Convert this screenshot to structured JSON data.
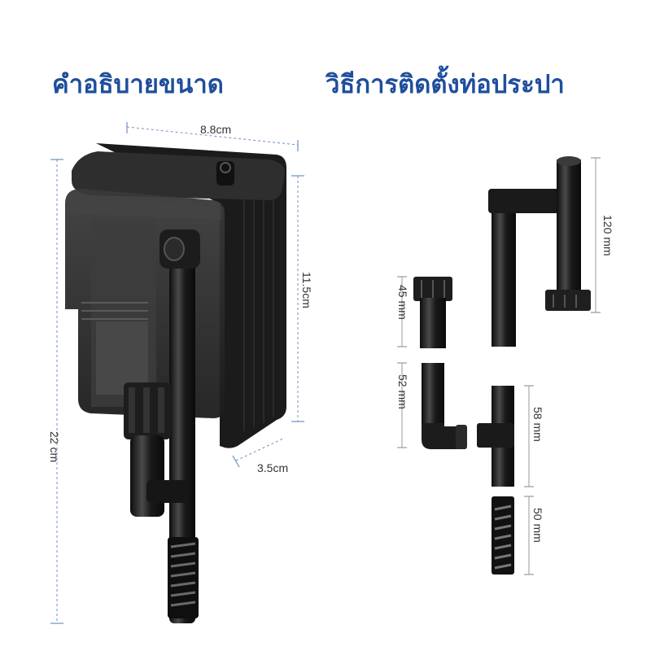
{
  "headings": {
    "left": "คำอธิบายขนาด",
    "right": "วิธีการติดตั้งท่อประปา"
  },
  "dimensions": {
    "width": "8.8cm",
    "height": "11.5cm",
    "depth": "3.5cm",
    "total_height": "22 cm"
  },
  "parts": {
    "outlet": "120 mm",
    "top_pipe": "45 mm",
    "elbow": "52 mm",
    "tee": "58 mm",
    "strainer": "50 mm"
  },
  "colors": {
    "heading": "#1f4e9d",
    "dimension_line": "#6f8fbf",
    "product": "#1a1a1a"
  }
}
